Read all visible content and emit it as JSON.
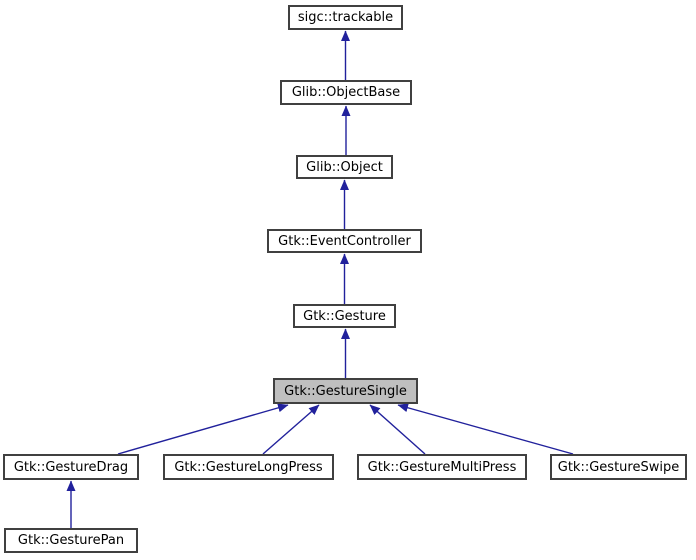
{
  "diagram": {
    "type": "class-inheritance-graph",
    "highlighted_node": "Gtk::GestureSingle",
    "colors": {
      "arrow": "#21219c",
      "node_border": "#404040",
      "node_fill": "#ffffff",
      "highlight_fill": "#bfbfbf",
      "text": "#000000",
      "background": "#ffffff"
    },
    "nodes": [
      {
        "label": "sigc::trackable"
      },
      {
        "label": "Glib::ObjectBase"
      },
      {
        "label": "Glib::Object"
      },
      {
        "label": "Gtk::EventController"
      },
      {
        "label": "Gtk::Gesture"
      },
      {
        "label": "Gtk::GestureSingle"
      },
      {
        "label": "Gtk::GestureDrag"
      },
      {
        "label": "Gtk::GestureLongPress"
      },
      {
        "label": "Gtk::GestureMultiPress"
      },
      {
        "label": "Gtk::GestureSwipe"
      },
      {
        "label": "Gtk::GesturePan"
      }
    ],
    "edges": [
      {
        "from": "Glib::ObjectBase",
        "to": "sigc::trackable"
      },
      {
        "from": "Glib::Object",
        "to": "Glib::ObjectBase"
      },
      {
        "from": "Gtk::EventController",
        "to": "Glib::Object"
      },
      {
        "from": "Gtk::Gesture",
        "to": "Gtk::EventController"
      },
      {
        "from": "Gtk::GestureSingle",
        "to": "Gtk::Gesture"
      },
      {
        "from": "Gtk::GestureDrag",
        "to": "Gtk::GestureSingle"
      },
      {
        "from": "Gtk::GestureLongPress",
        "to": "Gtk::GestureSingle"
      },
      {
        "from": "Gtk::GestureMultiPress",
        "to": "Gtk::GestureSingle"
      },
      {
        "from": "Gtk::GestureSwipe",
        "to": "Gtk::GestureSingle"
      },
      {
        "from": "Gtk::GesturePan",
        "to": "Gtk::GestureDrag"
      }
    ]
  }
}
